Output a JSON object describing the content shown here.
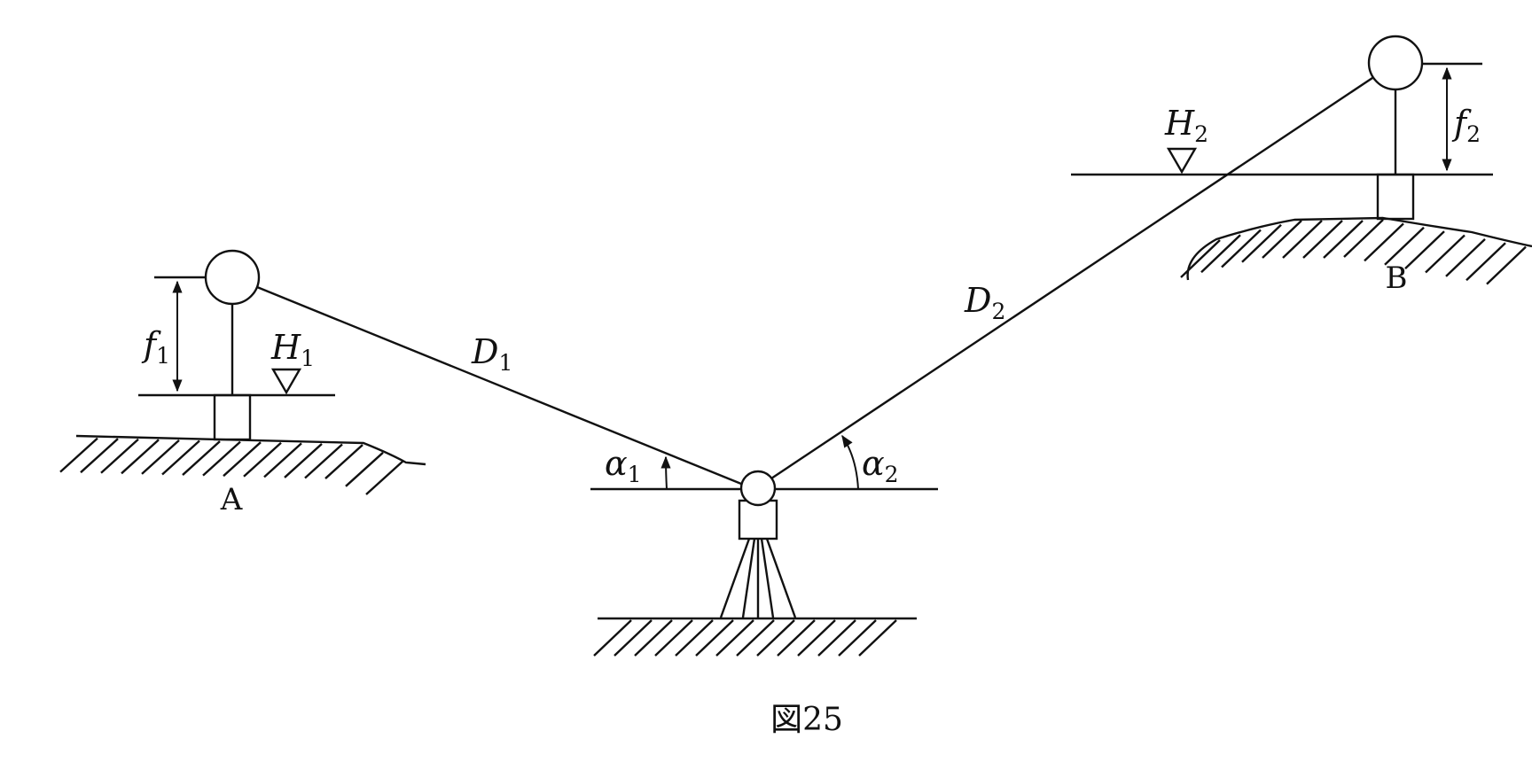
{
  "figure": {
    "caption": "図25",
    "points": {
      "a": "A",
      "b": "B"
    },
    "symbols": {
      "f1": {
        "base": "f",
        "sub": "1"
      },
      "f2": {
        "base": "f",
        "sub": "2"
      },
      "h1": {
        "base": "H",
        "sub": "1"
      },
      "h2": {
        "base": "H",
        "sub": "2"
      },
      "d1": {
        "base": "D",
        "sub": "1"
      },
      "d2": {
        "base": "D",
        "sub": "2"
      },
      "alpha1": {
        "base": "α",
        "sub": "1"
      },
      "alpha2": {
        "base": "α",
        "sub": "2"
      }
    },
    "icons": [
      "target-circle-icon",
      "benchmark-triangle-icon",
      "arrow-icon",
      "tripod-instrument-icon"
    ],
    "colors": {
      "ink": "#111111",
      "background": "#ffffff"
    }
  }
}
